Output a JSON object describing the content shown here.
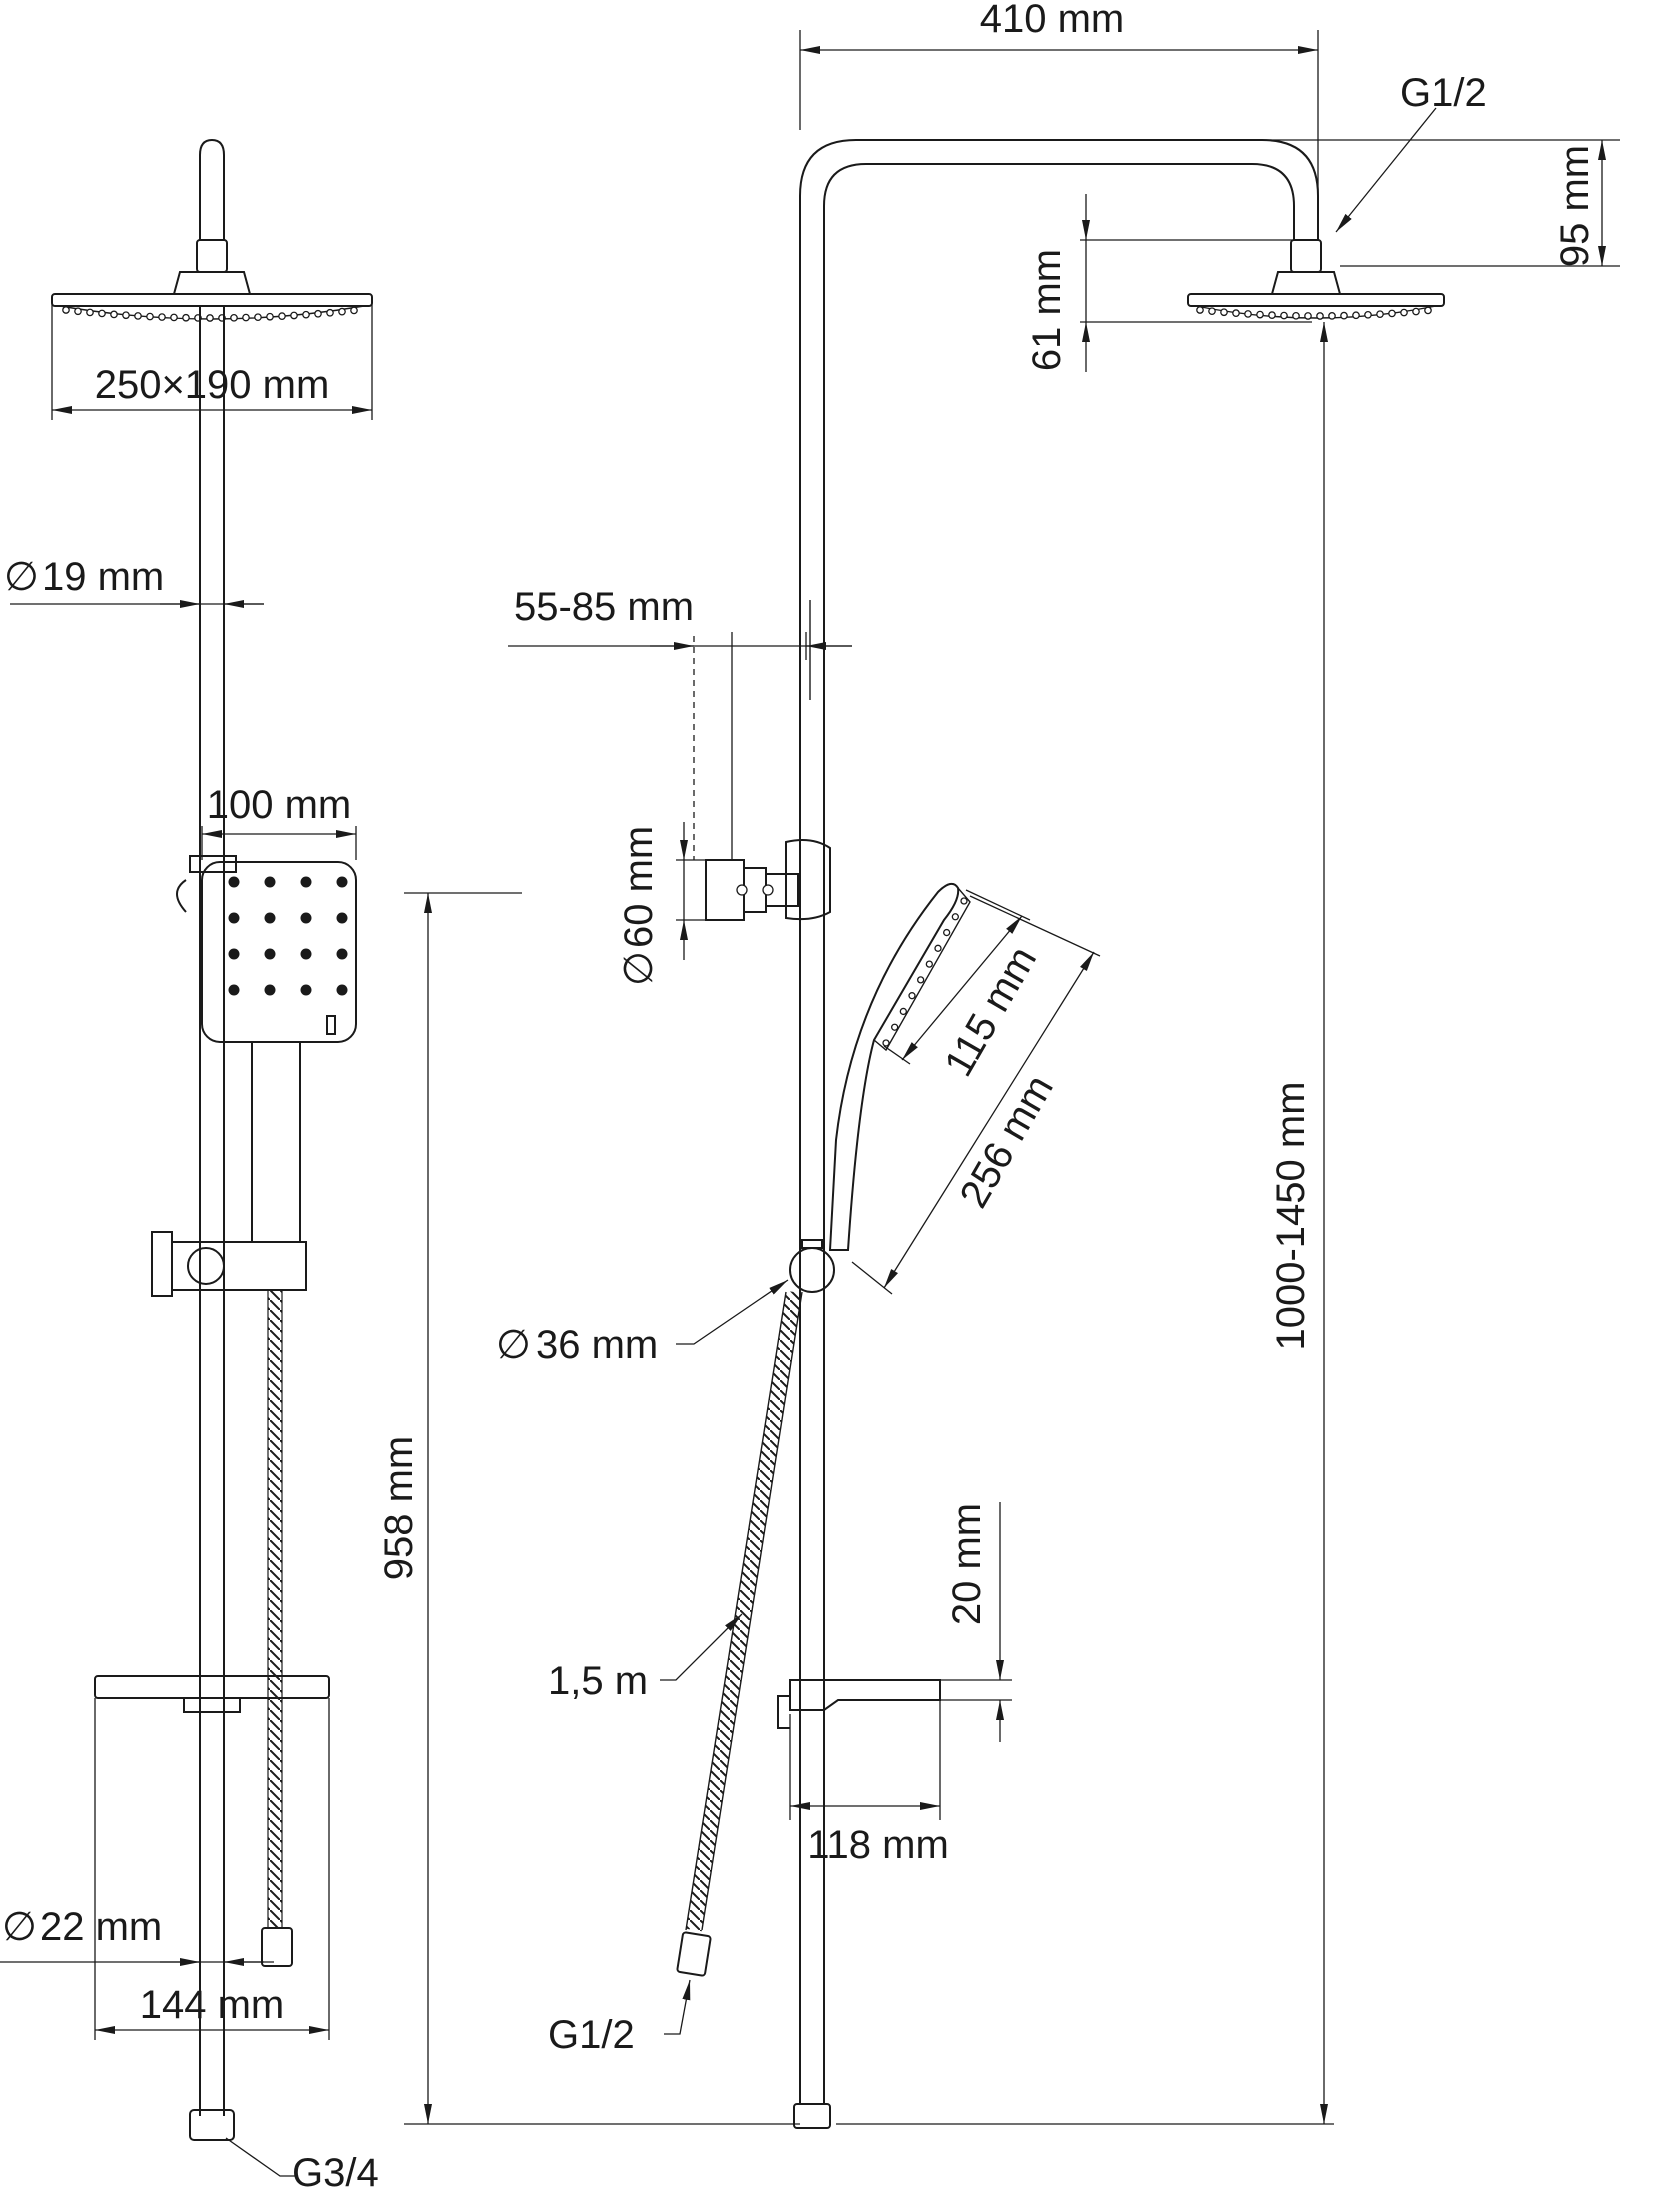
{
  "dimensions": {
    "arm_length": "410 mm",
    "head_inlet": "G1/2",
    "arm_height": "95 mm",
    "head_height": "61 mm",
    "head_size": "250×190 mm",
    "pipe_diameter": "19 mm",
    "bracket_range": "55-85 mm",
    "bracket_diameter": "60 mm",
    "hand_width": "100 mm",
    "hand_face": "115 mm",
    "hand_length": "256 mm",
    "holder_diameter": "36 mm",
    "column_height": "1000-1450 mm",
    "slide_height": "958 mm",
    "shelf_thickness": "20 mm",
    "hose_length": "1,5 m",
    "shelf_depth": "118 mm",
    "hose_inlet": "G1/2",
    "lower_pipe_diameter": "22 mm",
    "shelf_width": "144 mm",
    "bottom_inlet": "G3/4"
  },
  "symbols": {
    "diameter": "∅"
  }
}
